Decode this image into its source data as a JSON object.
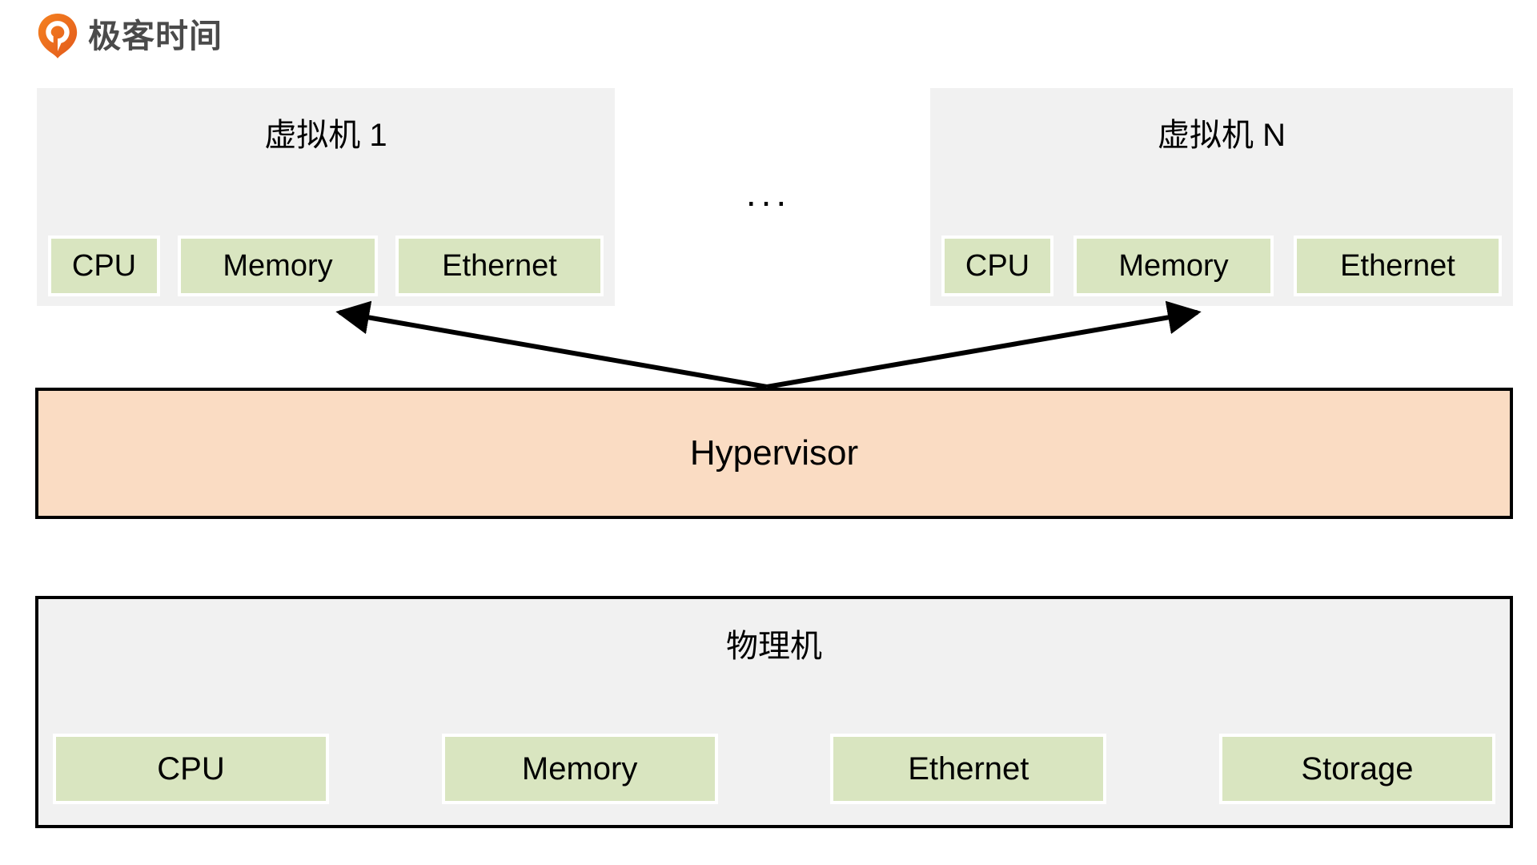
{
  "brand": {
    "name": "极客时间",
    "logo_icon": "geektime-pin-icon",
    "logo_color": "#ea6b1f",
    "text_color": "#4a4a4a"
  },
  "colors": {
    "vm_fill": "#f1f1f1",
    "resource_fill": "#d9e5c0",
    "resource_border": "#ffffff",
    "hypervisor_fill": "#fadcc3",
    "border": "#000000",
    "background": "#ffffff"
  },
  "diagram": {
    "type": "architecture",
    "ellipsis": "...",
    "virtual_machines": [
      {
        "title": "虚拟机 1",
        "resources": [
          "CPU",
          "Memory",
          "Ethernet"
        ]
      },
      {
        "title": "虚拟机 N",
        "resources": [
          "CPU",
          "Memory",
          "Ethernet"
        ]
      }
    ],
    "hypervisor": {
      "label": "Hypervisor"
    },
    "physical_machine": {
      "title": "物理机",
      "resources": [
        "CPU",
        "Memory",
        "Ethernet",
        "Storage"
      ]
    },
    "arrows": [
      {
        "from": "hypervisor",
        "to": "虚拟机 1",
        "direction": "up-left"
      },
      {
        "from": "hypervisor",
        "to": "虚拟机 N",
        "direction": "up-right"
      }
    ]
  }
}
